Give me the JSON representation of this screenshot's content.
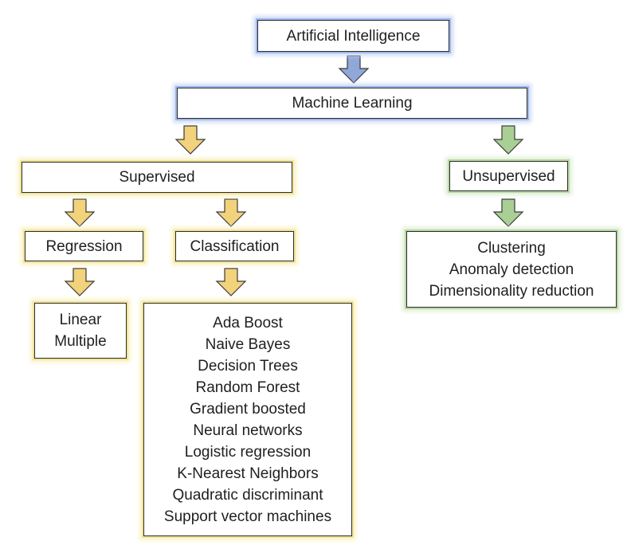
{
  "nodes": {
    "ai": "Artificial Intelligence",
    "ml": "Machine Learning",
    "supervised": "Supervised",
    "unsupervised": "Unsupervised",
    "regression": "Regression",
    "classification": "Classification",
    "regression_items": [
      "Linear",
      "Multiple"
    ],
    "classification_items": [
      "Ada Boost",
      "Naive Bayes",
      "Decision Trees",
      "Random Forest",
      "Gradient boosted",
      "Neural networks",
      "Logistic regression",
      "K-Nearest Neighbors",
      "Quadratic discriminant",
      "Support vector machines"
    ],
    "unsupervised_items": [
      "Clustering",
      "Anomaly detection",
      "Dimensionality reduction"
    ]
  },
  "colors": {
    "blue_glow": "#9fb7e8",
    "yellow_glow": "#f0e49a",
    "green_glow": "#b9d7a4",
    "arrow_blue": "#8fa8d8",
    "arrow_yellow": "#f2d27a",
    "arrow_green": "#a9cf95"
  }
}
